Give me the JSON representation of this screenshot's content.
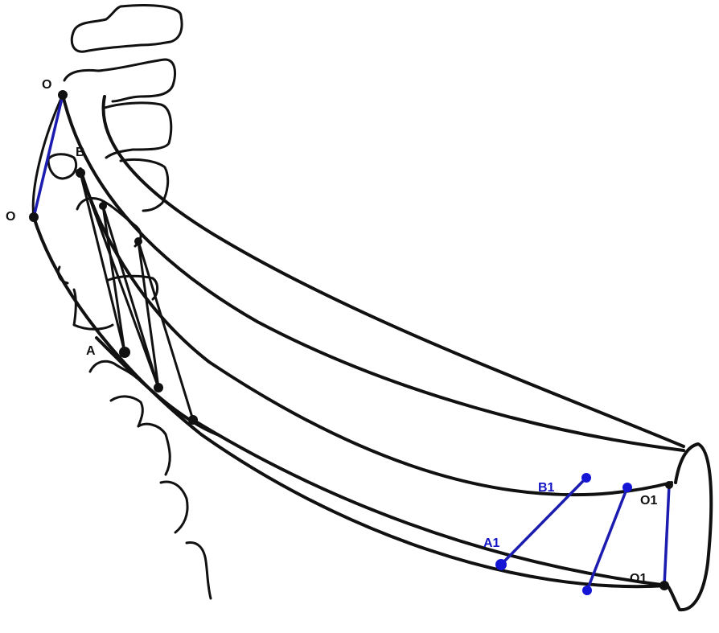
{
  "colors": {
    "ink": "#111111",
    "blue_marker": "#1515d6",
    "blue_line": "#1c1cb0",
    "background": "#ffffff"
  },
  "labels": {
    "o_upper": "O",
    "o_lower": "O",
    "b": "B",
    "a": "A",
    "b1": "B1",
    "a1": "A1",
    "o1_upper": "O1",
    "o1_lower": "O1"
  }
}
